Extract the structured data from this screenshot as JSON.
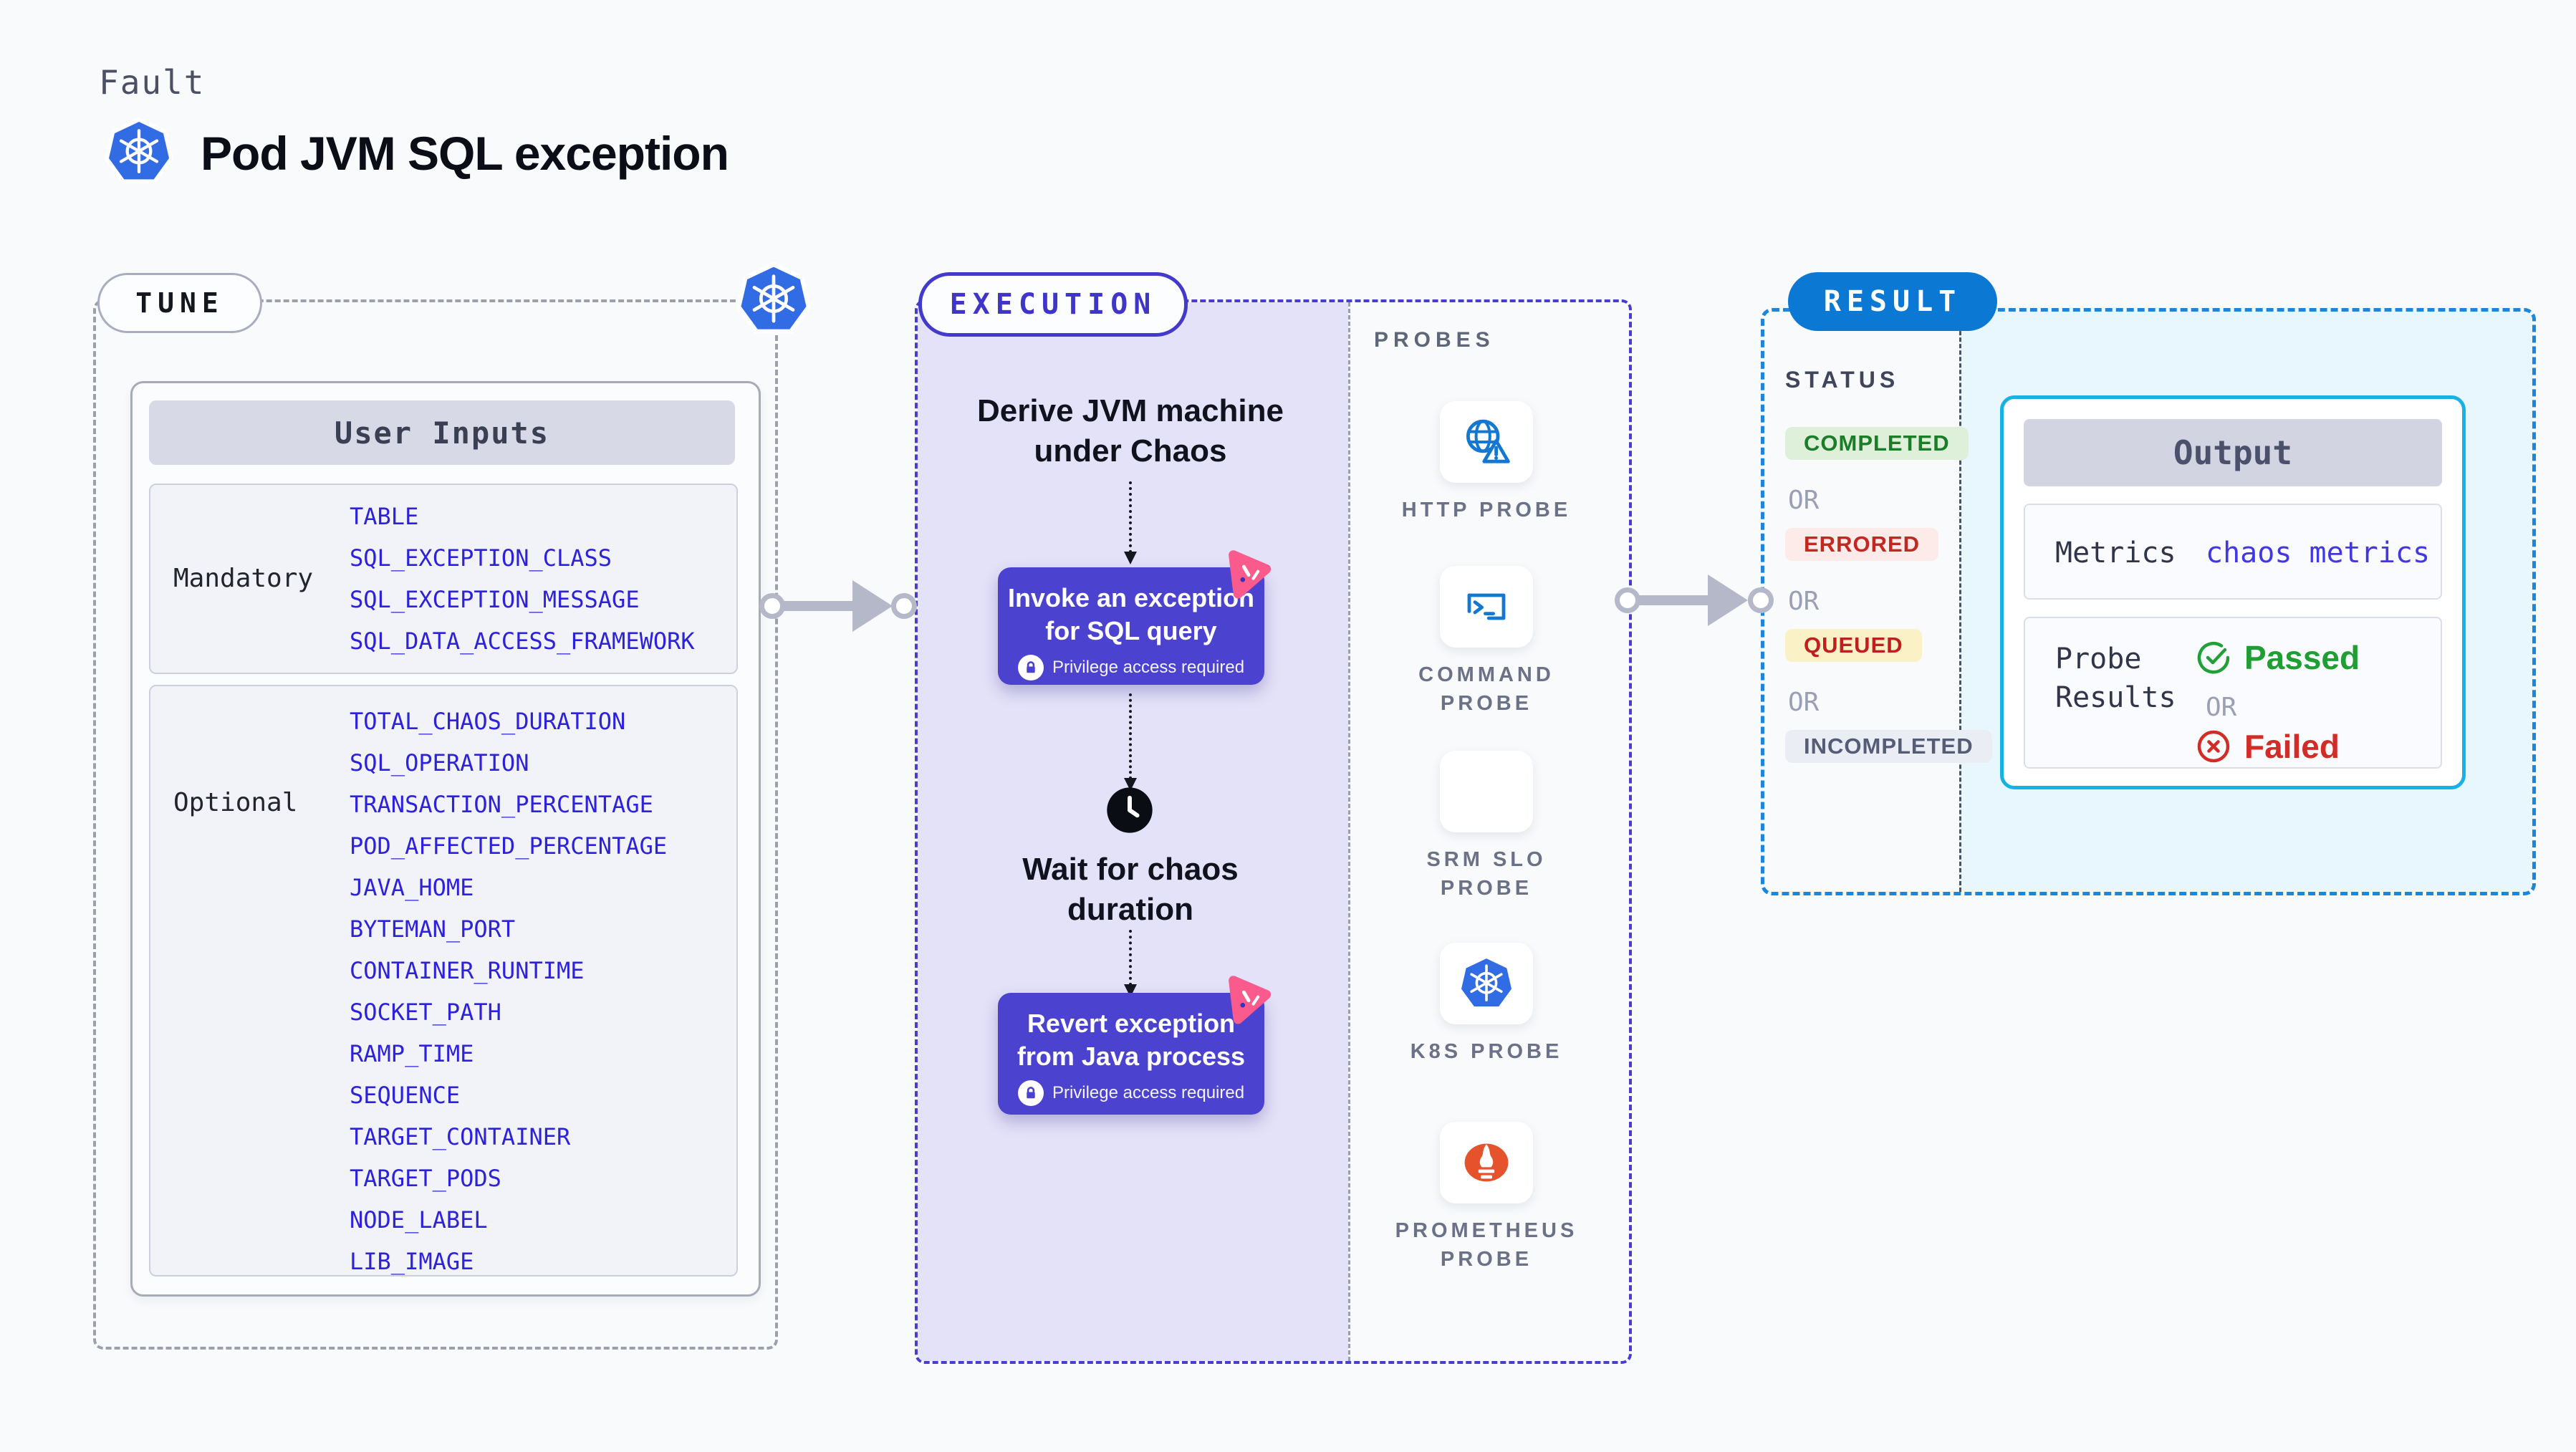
{
  "header": {
    "eyebrow": "Fault",
    "title": "Pod JVM SQL exception"
  },
  "tune": {
    "badge": "TUNE",
    "user_inputs_title": "User Inputs",
    "mandatory_label": "Mandatory",
    "mandatory_params": [
      "TABLE",
      "SQL_EXCEPTION_CLASS",
      "SQL_EXCEPTION_MESSAGE",
      "SQL_DATA_ACCESS_FRAMEWORK"
    ],
    "optional_label": "Optional",
    "optional_params": [
      "TOTAL_CHAOS_DURATION",
      "SQL_OPERATION",
      "TRANSACTION_PERCENTAGE",
      "POD_AFFECTED_PERCENTAGE",
      "JAVA_HOME",
      "BYTEMAN_PORT",
      "CONTAINER_RUNTIME",
      "SOCKET_PATH",
      "RAMP_TIME",
      "SEQUENCE",
      "TARGET_CONTAINER",
      "TARGET_PODS",
      "NODE_LABEL",
      "LIB_IMAGE"
    ]
  },
  "execution": {
    "badge": "EXECUTION",
    "step_derive": "Derive JVM machine\nunder Chaos",
    "step_invoke": "Invoke an exception\nfor SQL query",
    "privilege_note": "Privilege access required",
    "step_wait": "Wait for chaos\nduration",
    "step_revert": "Revert exception\nfrom Java process"
  },
  "probes": {
    "title": "PROBES",
    "items": [
      {
        "label": "HTTP PROBE",
        "icon": "http-probe-icon"
      },
      {
        "label": "COMMAND\nPROBE",
        "icon": "command-probe-icon"
      },
      {
        "label": "SRM SLO\nPROBE",
        "icon": "srm-slo-probe-icon"
      },
      {
        "label": "K8S PROBE",
        "icon": "k8s-probe-icon"
      },
      {
        "label": "PROMETHEUS\nPROBE",
        "icon": "prometheus-probe-icon"
      }
    ]
  },
  "result": {
    "badge": "RESULT",
    "status_title": "STATUS",
    "or_label": "OR",
    "statuses": [
      {
        "label": "COMPLETED"
      },
      {
        "label": "ERRORED"
      },
      {
        "label": "QUEUED"
      },
      {
        "label": "INCOMPLETED"
      }
    ],
    "output": {
      "title": "Output",
      "metrics_label": "Metrics",
      "metrics_value": "chaos metrics",
      "probe_results_label": "Probe\nResults",
      "passed": "Passed",
      "failed": "Failed"
    }
  },
  "colors": {
    "kubernetes_blue": "#326ce5",
    "chaos_indigo": "#4b42cf",
    "chaos_pink": "#fb5a8d",
    "execution_border": "#483dcd",
    "result_blue": "#0b79d4",
    "output_border": "#17b1e4",
    "param_blue": "#2d22dc",
    "passed_green": "#1f9e34",
    "failed_red": "#d32b26",
    "completed_green": "#1b7d28",
    "errored_red": "#c3271f",
    "queued_amber_bg": "#fbf1c6"
  }
}
